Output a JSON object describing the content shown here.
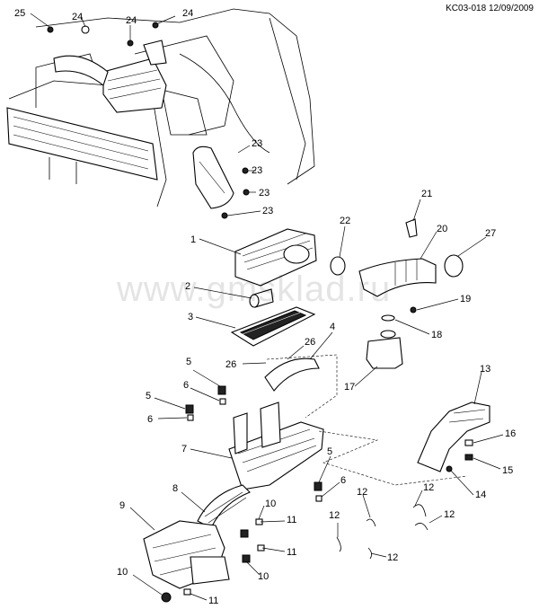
{
  "header": {
    "reference_code": "KC03-018 12/09/2009"
  },
  "watermark": {
    "text": "www.gmsklad.ru"
  },
  "callouts": [
    {
      "id": "c25",
      "label": "25"
    },
    {
      "id": "c24a",
      "label": "24"
    },
    {
      "id": "c24b",
      "label": "24"
    },
    {
      "id": "c24c",
      "label": "24"
    },
    {
      "id": "c23a",
      "label": "23"
    },
    {
      "id": "c23b",
      "label": "23"
    },
    {
      "id": "c23c",
      "label": "23"
    },
    {
      "id": "c21",
      "label": "21"
    },
    {
      "id": "c22",
      "label": "22"
    },
    {
      "id": "c20",
      "label": "20"
    },
    {
      "id": "c27",
      "label": "27"
    },
    {
      "id": "c1",
      "label": "1"
    },
    {
      "id": "c2",
      "label": "2"
    },
    {
      "id": "c19",
      "label": "19"
    },
    {
      "id": "c3",
      "label": "3"
    },
    {
      "id": "c18",
      "label": "18"
    },
    {
      "id": "c4",
      "label": "4"
    },
    {
      "id": "c26a",
      "label": "26"
    },
    {
      "id": "c26b",
      "label": "26"
    },
    {
      "id": "c5a",
      "label": "5"
    },
    {
      "id": "c6a",
      "label": "6"
    },
    {
      "id": "c17",
      "label": "17"
    },
    {
      "id": "c13",
      "label": "13"
    },
    {
      "id": "c5b",
      "label": "5"
    },
    {
      "id": "c6b",
      "label": "6"
    },
    {
      "id": "c16",
      "label": "16"
    },
    {
      "id": "c7",
      "label": "7"
    },
    {
      "id": "c5c",
      "label": "5"
    },
    {
      "id": "c15",
      "label": "15"
    },
    {
      "id": "c6c",
      "label": "6"
    },
    {
      "id": "c14",
      "label": "14"
    },
    {
      "id": "c8",
      "label": "8"
    },
    {
      "id": "c10a",
      "label": "10"
    },
    {
      "id": "c12a",
      "label": "12"
    },
    {
      "id": "c12b",
      "label": "12"
    },
    {
      "id": "c9",
      "label": "9"
    },
    {
      "id": "c11a",
      "label": "11"
    },
    {
      "id": "c12c",
      "label": "12"
    },
    {
      "id": "c12d",
      "label": "12"
    },
    {
      "id": "c11b",
      "label": "11"
    },
    {
      "id": "c12e",
      "label": "12"
    },
    {
      "id": "c10b",
      "label": "10"
    },
    {
      "id": "c10c",
      "label": "10"
    },
    {
      "id": "c11c",
      "label": "11"
    }
  ]
}
